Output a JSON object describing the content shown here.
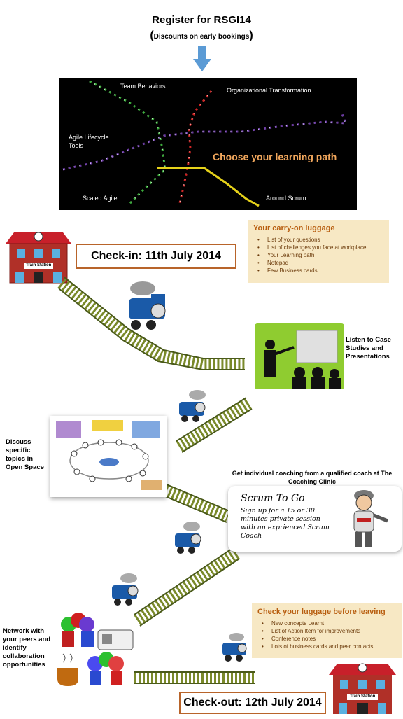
{
  "header": {
    "title": "Register for RSGI14",
    "subtitle_open": "(",
    "subtitle_text": "Discounts on early bookings",
    "subtitle_close": ")"
  },
  "metro_map": {
    "lines": {
      "team_behaviors": "Team Behaviors",
      "org_transformation": "Organizational Transformation",
      "agile_lifecycle": "Agile Lifecycle Tools",
      "scaled_agile": "Scaled Agile",
      "around_scrum": "Around Scrum"
    },
    "cta": "Choose your learning path",
    "colors": {
      "green": "#3aa83a",
      "red": "#cc2222",
      "purple": "#6a3aa0",
      "yellow": "#e6d21a"
    }
  },
  "checkin": {
    "label": "Check-in: 11th July 2014",
    "station_sign": "Train Station"
  },
  "carry_on": {
    "title": "Your carry-on luggage",
    "items": [
      "List of your questions",
      "List of challenges you face at workplace",
      "Your Learning path",
      "Notepad",
      "Few Business cards"
    ]
  },
  "steps": {
    "case_studies": "Listen to Case Studies and Presentations",
    "open_space": "Discuss specific topics in Open Space",
    "coaching": "Get individual coaching from a qualified coach at The Coaching Clinic",
    "network": "Network with your peers and identify collaboration opportunities"
  },
  "scrum_card": {
    "title": "Scrum To Go",
    "body": "Sign up for a 15 or 30 minutes private session with an exprienced Scrum Coach"
  },
  "check_luggage": {
    "title": "Check your luggage before leaving",
    "items": [
      "New concepts Learnt",
      "List of Action Item for improvements",
      "Conference notes",
      "Lots of business cards and peer contacts"
    ]
  },
  "checkout": {
    "label": "Check-out: 12th July 2014",
    "station_sign": "Train Station"
  }
}
